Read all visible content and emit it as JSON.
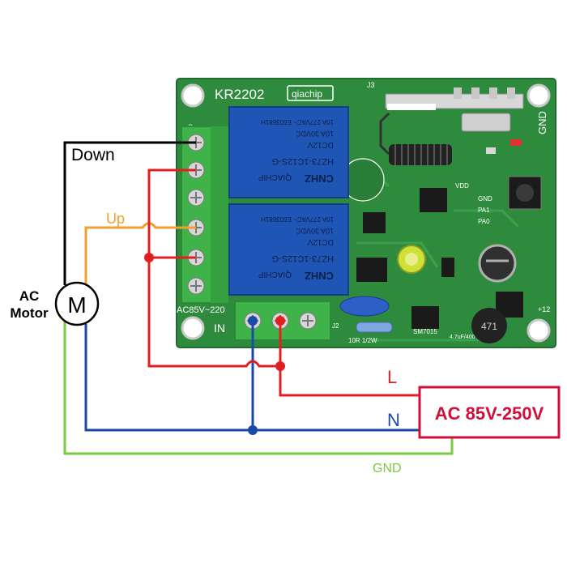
{
  "board": {
    "model": "KR2202",
    "brand": "qiachip",
    "terminal_silk": "S",
    "input_silk": "IN",
    "voltage_silk": "AC85V~220",
    "connector_label": "J2",
    "header_label": "J3",
    "gnd_silk": "GND",
    "vdd_silk": "VDD",
    "pin_silk": [
      "GND",
      "PA1",
      "PA0"
    ],
    "plus12_silk": "+12",
    "inductor_code": "471",
    "resistor_silk": "10R 1/2W",
    "regulator_silk": "SM7015",
    "cap_silk": "4.7uF/400V"
  },
  "relays": [
    {
      "brand": "CNHZ",
      "brand2": "QIACHIP",
      "model": "HZ73-1C12S-G",
      "coil": "DC12V",
      "rating1": "10A 30VDC",
      "rating2": "10A 277VAC~ E503681H"
    },
    {
      "brand": "CNHZ",
      "brand2": "QIACHIP",
      "model": "HZ73-1C12S-G",
      "coil": "DC12V",
      "rating1": "10A 30VDC",
      "rating2": "10A 277VAC~ E503681H"
    }
  ],
  "wiring": {
    "down_label": "Down",
    "up_label": "Up",
    "motor_symbol": "M",
    "motor_label_line1": "AC",
    "motor_label_line2": "Motor",
    "live_label": "L",
    "neutral_label": "N",
    "ground_label": "GND",
    "source_label": "AC 85V-250V"
  },
  "colors": {
    "board": "#2e8b3e",
    "terminal_block": "#3fb34a",
    "relay": "#1f56b5",
    "wire_down": "#000000",
    "wire_up": "#f0a030",
    "wire_live": "#e02020",
    "wire_neutral": "#1a4aa8",
    "wire_ground": "#7ac943",
    "source_border": "#d0103a"
  }
}
